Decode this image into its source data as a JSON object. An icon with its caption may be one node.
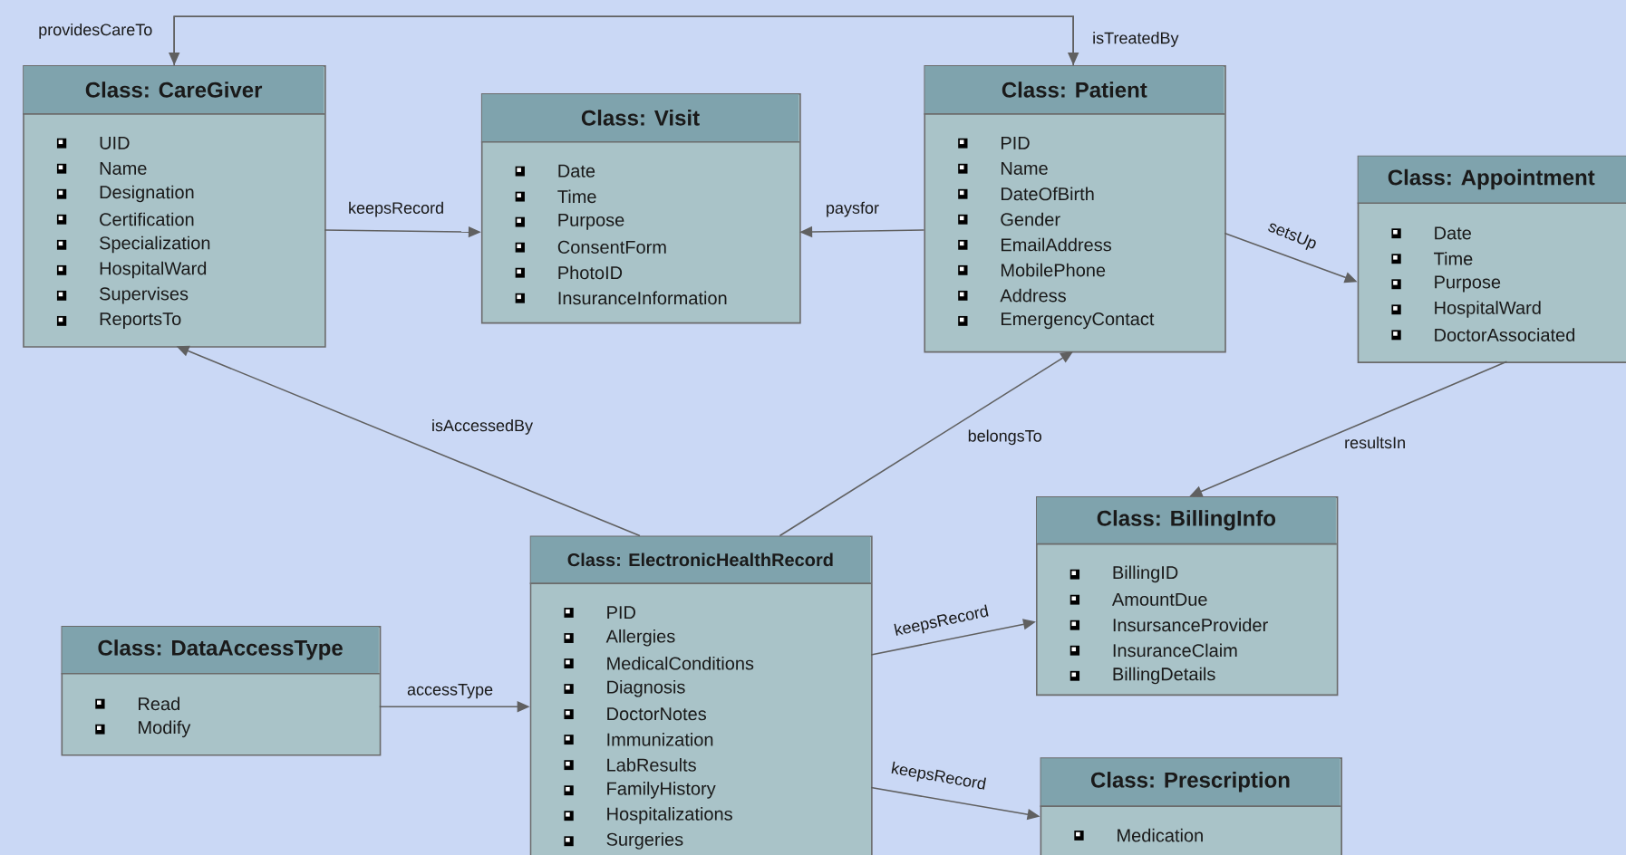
{
  "diagram": {
    "nodes": [
      {
        "text": [
          "Class: CareGiver",
          "UID",
          "Name",
          "Designation",
          "Certification",
          "Specialization",
          "HospitalWard",
          "Supervises",
          "ReportsTo"
        ]
      },
      {
        "text": [
          "Class: Visit",
          "Date",
          "Time",
          "Purpose",
          "ConsentForm",
          "PhotoID",
          "InsuranceInformation"
        ]
      },
      {
        "text": [
          "Class: Patient",
          "PID",
          "Name",
          "DateOfBirth",
          "Gender",
          "EmailAddress",
          "MobilePhone",
          "Address",
          "EmergencyContact"
        ]
      },
      {
        "text": [
          "Class: Appointment",
          "Date",
          "Time",
          "Purpose",
          "HospitalWard",
          "DoctorAssociated"
        ]
      },
      {
        "text": [
          "Class: BillingInfo",
          "BillingID",
          "AmountDue",
          "InsursanceProvider",
          "InsuranceClaim",
          "BillingDetails"
        ]
      },
      {
        "text": [
          "Class: ElectronicHealthRecord",
          "PID",
          "Allergies",
          "MedicalConditions",
          "Diagnosis",
          "DoctorNotes",
          "Immunization",
          "LabResults",
          "FamilyHistory",
          "Hospitalizations",
          "Surgeries"
        ]
      },
      {
        "text": [
          "Class: DataAccessType",
          "Read",
          "Modify"
        ]
      },
      {
        "text": [
          "Class: Prescription",
          "Medication"
        ]
      }
    ],
    "edges": [
      {
        "from": 2,
        "to": 0,
        "arrow": "to",
        "label": "providesCareTo"
      },
      {
        "from": 0,
        "to": 2,
        "arrow": "to",
        "label": "isTreatedBy"
      },
      {
        "from": 0,
        "to": 1,
        "arrow": "to",
        "label": "keepsRecord"
      },
      {
        "from": 2,
        "to": 1,
        "arrow": "to",
        "label": "paysfor"
      },
      {
        "from": 2,
        "to": 3,
        "arrow": "to",
        "label": "setsUp"
      },
      {
        "from": 5,
        "to": 0,
        "arrow": "to",
        "label": "isAccessedBy"
      },
      {
        "from": 5,
        "to": 2,
        "arrow": "to",
        "label": "belongsTo"
      },
      {
        "from": 3,
        "to": 4,
        "arrow": "to",
        "label": "resultsIn"
      },
      {
        "from": 6,
        "to": 5,
        "arrow": "to",
        "label": "accessType"
      },
      {
        "from": 5,
        "to": 4,
        "arrow": "to",
        "label": "keepsRecord"
      },
      {
        "from": 5,
        "to": 7,
        "arrow": "to",
        "label": "keepsRecord"
      }
    ]
  }
}
